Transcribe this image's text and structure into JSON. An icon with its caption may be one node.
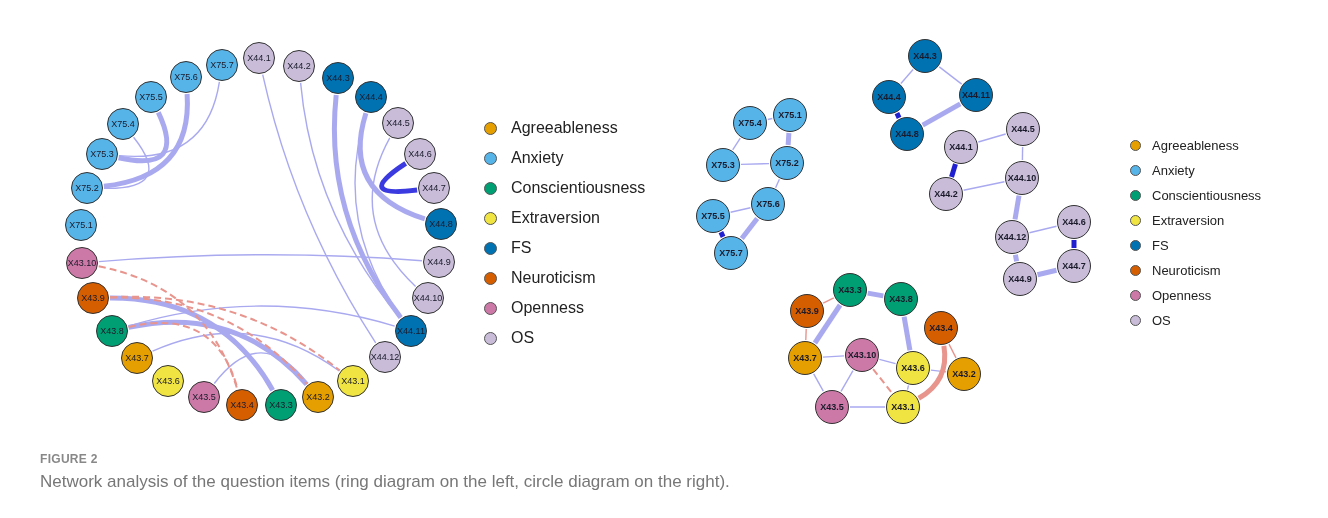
{
  "diagram": {
    "caption": "Network analysis of the question items (ring diagram on the left, circle diagram on the right).",
    "nodes": [
      {
        "text": [
          "X44.1"
        ]
      },
      {
        "text": [
          "X44.2"
        ]
      },
      {
        "text": [
          "X44.3"
        ]
      },
      {
        "text": [
          "X44.4"
        ]
      },
      {
        "text": [
          "X44.5"
        ]
      },
      {
        "text": [
          "X44.6"
        ]
      },
      {
        "text": [
          "X44.7"
        ]
      },
      {
        "text": [
          "X44.8"
        ]
      },
      {
        "text": [
          "X44.9"
        ]
      },
      {
        "text": [
          "X44.10"
        ]
      },
      {
        "text": [
          "X44.11"
        ]
      },
      {
        "text": [
          "X44.12"
        ]
      },
      {
        "text": [
          "X43.1"
        ]
      },
      {
        "text": [
          "X43.2"
        ]
      },
      {
        "text": [
          "X43.3"
        ]
      },
      {
        "text": [
          "X43.4"
        ]
      },
      {
        "text": [
          "X43.5"
        ]
      },
      {
        "text": [
          "X43.6"
        ]
      },
      {
        "text": [
          "X43.7"
        ]
      },
      {
        "text": [
          "X43.8"
        ]
      },
      {
        "text": [
          "X43.9"
        ]
      },
      {
        "text": [
          "X43.10"
        ]
      },
      {
        "text": [
          "X75.1"
        ]
      },
      {
        "text": [
          "X75.2"
        ]
      },
      {
        "text": [
          "X75.3"
        ]
      },
      {
        "text": [
          "X75.4"
        ]
      },
      {
        "text": [
          "X75.5"
        ]
      },
      {
        "text": [
          "X75.6"
        ]
      },
      {
        "text": [
          "X75.7"
        ]
      },
      {
        "text": [
          "X44.3"
        ]
      },
      {
        "text": [
          "X44.4"
        ]
      },
      {
        "text": [
          "X44.11"
        ]
      },
      {
        "text": [
          "X44.8"
        ]
      },
      {
        "text": [
          "X44.1"
        ]
      },
      {
        "text": [
          "X44.5"
        ]
      },
      {
        "text": [
          "X44.10"
        ]
      },
      {
        "text": [
          "X44.2"
        ]
      },
      {
        "text": [
          "X44.6"
        ]
      },
      {
        "text": [
          "X44.12"
        ]
      },
      {
        "text": [
          "X44.7"
        ]
      },
      {
        "text": [
          "X44.9"
        ]
      },
      {
        "text": [
          "X75.1"
        ]
      },
      {
        "text": [
          "X75.4"
        ]
      },
      {
        "text": [
          "X75.3"
        ]
      },
      {
        "text": [
          "X75.2"
        ]
      },
      {
        "text": [
          "X75.6"
        ]
      },
      {
        "text": [
          "X75.5"
        ]
      },
      {
        "text": [
          "X75.7"
        ]
      },
      {
        "text": [
          "X43.3"
        ]
      },
      {
        "text": [
          "X43.8"
        ]
      },
      {
        "text": [
          "X43.9"
        ]
      },
      {
        "text": [
          "X43.4"
        ]
      },
      {
        "text": [
          "X43.7"
        ]
      },
      {
        "text": [
          "X43.10"
        ]
      },
      {
        "text": [
          "X43.6"
        ]
      },
      {
        "text": [
          "X43.2"
        ]
      },
      {
        "text": [
          "X43.5"
        ]
      },
      {
        "text": [
          "X43.1"
        ]
      }
    ],
    "edges": [
      {
        "from": 27,
        "to": 23,
        "arrow": "none",
        "style": "thick"
      },
      {
        "from": 26,
        "to": 24,
        "arrow": "none",
        "style": "thick"
      },
      {
        "from": 28,
        "to": 24,
        "arrow": "none"
      },
      {
        "from": 25,
        "to": 23,
        "arrow": "none"
      },
      {
        "from": 2,
        "to": 10,
        "arrow": "none",
        "style": "thick"
      },
      {
        "from": 3,
        "to": 7,
        "arrow": "none",
        "style": "thick"
      },
      {
        "from": 3,
        "to": 10,
        "arrow": "none"
      },
      {
        "from": 5,
        "to": 6,
        "arrow": "none",
        "style": "thick",
        "color": "#3a3ae0"
      },
      {
        "from": 1,
        "to": 10,
        "arrow": "none"
      },
      {
        "from": 0,
        "to": 11,
        "arrow": "none"
      },
      {
        "from": 4,
        "to": 9,
        "arrow": "none"
      },
      {
        "from": 21,
        "to": 8,
        "arrow": "none"
      },
      {
        "from": 19,
        "to": 10,
        "arrow": "none"
      },
      {
        "from": 20,
        "to": 14,
        "arrow": "none",
        "style": "thick"
      },
      {
        "from": 19,
        "to": 13,
        "arrow": "none",
        "style": "thick"
      },
      {
        "from": 18,
        "to": 12,
        "arrow": "none"
      },
      {
        "from": 16,
        "to": 13,
        "arrow": "none"
      },
      {
        "from": 21,
        "to": 15,
        "arrow": "none",
        "style": "dashed",
        "color": "#e8958e"
      },
      {
        "from": 20,
        "to": 13,
        "arrow": "none",
        "style": "dashed",
        "color": "#e8958e"
      },
      {
        "from": 20,
        "to": 12,
        "arrow": "none",
        "style": "dashed",
        "color": "#e8958e"
      },
      {
        "from": 19,
        "to": 15,
        "arrow": "none",
        "style": "dashed",
        "color": "#e8958e"
      },
      {
        "from": 33,
        "to": 36,
        "arrow": "none",
        "style": "thick",
        "color": "#2020d0"
      },
      {
        "from": 37,
        "to": 39,
        "arrow": "none",
        "style": "thick",
        "color": "#2020d0"
      },
      {
        "from": 40,
        "to": 39,
        "arrow": "none",
        "style": "thick"
      },
      {
        "from": 38,
        "to": 40,
        "arrow": "none",
        "style": "thick"
      },
      {
        "from": 30,
        "to": 32,
        "arrow": "none",
        "style": "thick",
        "color": "#2020d0"
      },
      {
        "from": 30,
        "to": 29,
        "arrow": "none"
      },
      {
        "from": 29,
        "to": 31,
        "arrow": "none"
      },
      {
        "from": 32,
        "to": 31,
        "arrow": "none",
        "style": "thick"
      },
      {
        "from": 33,
        "to": 34,
        "arrow": "none"
      },
      {
        "from": 34,
        "to": 35,
        "arrow": "none"
      },
      {
        "from": 35,
        "to": 38,
        "arrow": "none",
        "style": "thick"
      },
      {
        "from": 38,
        "to": 37,
        "arrow": "none"
      },
      {
        "from": 36,
        "to": 35,
        "arrow": "none"
      },
      {
        "from": 42,
        "to": 41,
        "arrow": "none"
      },
      {
        "from": 42,
        "to": 43,
        "arrow": "none"
      },
      {
        "from": 41,
        "to": 44,
        "arrow": "none",
        "style": "thick"
      },
      {
        "from": 43,
        "to": 44,
        "arrow": "none"
      },
      {
        "from": 44,
        "to": 45,
        "arrow": "none"
      },
      {
        "from": 46,
        "to": 45,
        "arrow": "none"
      },
      {
        "from": 46,
        "to": 47,
        "arrow": "none",
        "style": "thick",
        "color": "#2020d0"
      },
      {
        "from": 45,
        "to": 47,
        "arrow": "none",
        "style": "thick"
      },
      {
        "from": 48,
        "to": 49,
        "arrow": "none",
        "style": "thick"
      },
      {
        "from": 48,
        "to": 50,
        "arrow": "none",
        "color": "#e8958e"
      },
      {
        "from": 48,
        "to": 52,
        "arrow": "none",
        "style": "thick"
      },
      {
        "from": 50,
        "to": 52,
        "arrow": "none",
        "color": "#e8958e"
      },
      {
        "from": 52,
        "to": 56,
        "arrow": "none"
      },
      {
        "from": 56,
        "to": 57,
        "arrow": "none"
      },
      {
        "from": 57,
        "to": 54,
        "arrow": "none"
      },
      {
        "from": 54,
        "to": 53,
        "arrow": "none"
      },
      {
        "from": 49,
        "to": 54,
        "arrow": "none",
        "style": "thick"
      },
      {
        "from": 51,
        "to": 55,
        "arrow": "none",
        "color": "#e8958e"
      },
      {
        "from": 54,
        "to": 55,
        "arrow": "none"
      },
      {
        "from": 57,
        "to": 51,
        "arrow": "none",
        "style": "thick",
        "color": "#e8958e"
      },
      {
        "from": 52,
        "to": 53,
        "arrow": "none"
      },
      {
        "from": 53,
        "to": 56,
        "arrow": "none"
      },
      {
        "from": 53,
        "to": 57,
        "arrow": "none",
        "style": "dashed",
        "color": "#e8958e"
      }
    ],
    "labels": [
      "FIGURE 2"
    ],
    "legend": [
      {
        "text": "Agreeableness",
        "color": "#e69f00"
      },
      {
        "text": "Anxiety",
        "color": "#56b4e9"
      },
      {
        "text": "Conscientiousness",
        "color": "#009e73"
      },
      {
        "text": "Extraversion",
        "color": "#f0e442"
      },
      {
        "text": "FS",
        "color": "#0072b2"
      },
      {
        "text": "Neuroticism",
        "color": "#d55e00"
      },
      {
        "text": "Openness",
        "color": "#cc79a7"
      },
      {
        "text": "OS",
        "color": "#c8bcd8"
      },
      {
        "text": "Agreeableness",
        "color": "#e69f00"
      },
      {
        "text": "Anxiety",
        "color": "#56b4e9"
      },
      {
        "text": "Conscientiousness",
        "color": "#009e73"
      },
      {
        "text": "Extraversion",
        "color": "#f0e442"
      },
      {
        "text": "FS",
        "color": "#0072b2"
      },
      {
        "text": "Neuroticism",
        "color": "#d55e00"
      },
      {
        "text": "Openness",
        "color": "#cc79a7"
      },
      {
        "text": "OS",
        "color": "#c8bcd8"
      }
    ]
  }
}
